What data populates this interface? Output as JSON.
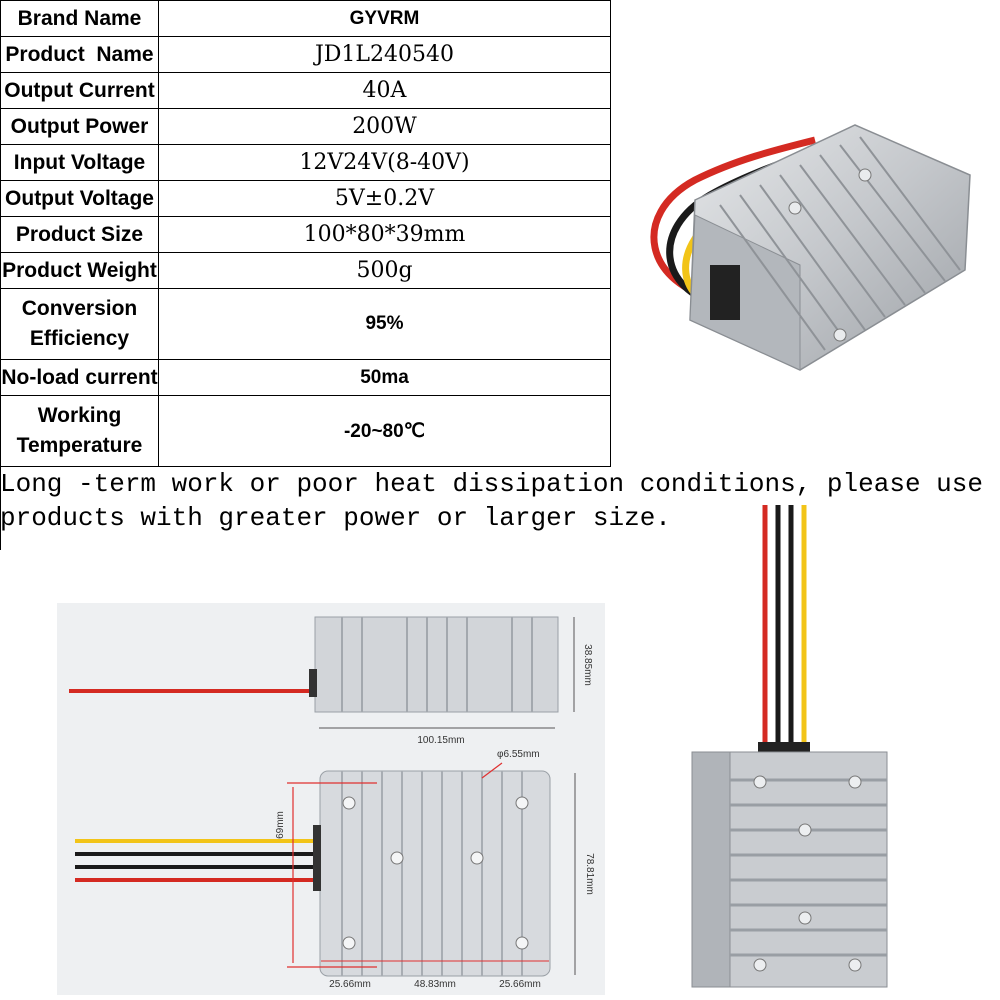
{
  "specs": [
    {
      "label": "Brand Name",
      "value": "GYVRM"
    },
    {
      "label": "Product  Name",
      "value": "JD1L240540"
    },
    {
      "label": "Output Current",
      "value": "40A"
    },
    {
      "label": "Output Power",
      "value": "200W"
    },
    {
      "label": "Input Voltage",
      "value": "12V24V(8-40V)"
    },
    {
      "label": "Output Voltage",
      "value": "5V±0.2V"
    },
    {
      "label": "Product Size",
      "value": "100*80*39mm"
    },
    {
      "label": "Product Weight",
      "value": "500g"
    },
    {
      "label": "Conversion Efficiency",
      "label_line1": "Conversion",
      "label_line2": "Efficiency",
      "value": "95%"
    },
    {
      "label": "No-load current",
      "value": "50ma"
    },
    {
      "label": "Working Temperature",
      "label_line1": "Working",
      "label_line2": "Temperature",
      "value": "-20~80℃"
    }
  ],
  "note": "Long -term work or poor heat dissipation conditions, please use products with greater power or larger size.",
  "dimensions": {
    "height": "38.85mm",
    "length": "100.15mm",
    "hole": "φ6.55mm",
    "hole_spacing": "69mm",
    "width": "78.81mm",
    "seg_left": "25.66mm",
    "seg_mid": "48.83mm",
    "seg_right": "25.66mm"
  },
  "colors": {
    "wire_red": "#d42a22",
    "wire_black": "#1a1a1a",
    "wire_yellow": "#f2c418",
    "aluminum": "#c9ccd0",
    "dim_line": "#e03030"
  }
}
